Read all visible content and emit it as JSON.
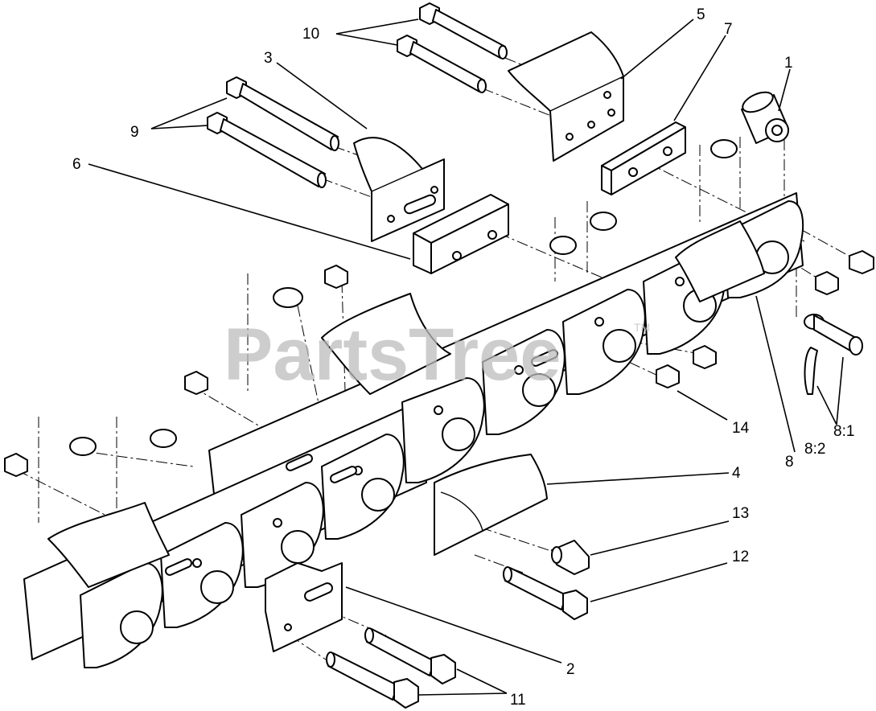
{
  "watermark": {
    "text": "PartsTree",
    "trademark": "TM"
  },
  "callouts": {
    "c1": "1",
    "c2": "2",
    "c3": "3",
    "c4": "4",
    "c5": "5",
    "c6": "6",
    "c7": "7",
    "c8": "8",
    "c8_1": "8:1",
    "c8_2": "8:2",
    "c9": "9",
    "c10": "10",
    "c11": "11",
    "c12": "12",
    "c13": "13",
    "c14": "14"
  }
}
